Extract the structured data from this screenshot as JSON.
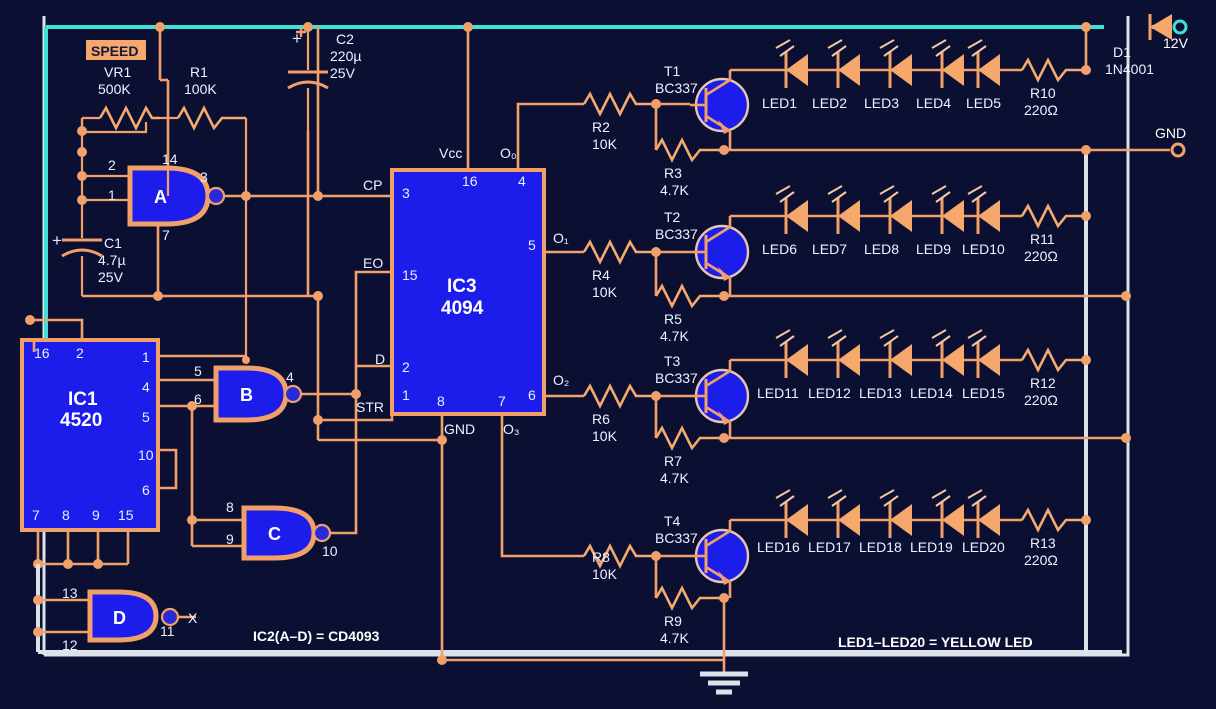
{
  "colors": {
    "background": "#0b1033",
    "wire": "#f2a06a",
    "power_rail": "#3fe0d8",
    "ground_rail": "#dde1ea",
    "ic_fill": "#1c1ceb",
    "text": "#eef2ff",
    "speed_badge_bg": "#f5a76c"
  },
  "annotations": {
    "speed_badge": "SPEED",
    "ic2_note": "IC2(A–D) = CD4093",
    "led_note": "LED1–LED20 = YELLOW LED"
  },
  "terminals": [
    {
      "name": "supply",
      "label": "12V"
    },
    {
      "name": "ground",
      "label": "GND"
    }
  ],
  "ics": [
    {
      "ref": "IC1",
      "part": "4520",
      "pins_top": [
        "16",
        "2"
      ],
      "pins_right": [
        "1",
        "4",
        "5",
        "10",
        "6"
      ],
      "pins_bottom": [
        "7",
        "8",
        "9",
        "15"
      ]
    },
    {
      "ref": "IC3",
      "part": "4094",
      "pin_labels": {
        "vcc": "Vcc",
        "gnd": "GND",
        "cp": "CP",
        "eo": "EO",
        "d": "D",
        "str": "STR",
        "o0": "O₀",
        "o1": "O₁",
        "o2": "O₂",
        "o3": "O₃"
      },
      "pin_numbers": {
        "vcc": "16",
        "o0": "4",
        "cp": "3",
        "eo": "15",
        "d": "2",
        "str": "1",
        "gnd": "8",
        "o3": "7",
        "o1": "5",
        "o2": "6"
      }
    }
  ],
  "gates": [
    {
      "name": "A",
      "in1": "2",
      "in2": "1",
      "out": "3",
      "vdd": "14",
      "vss": "7"
    },
    {
      "name": "B",
      "in1": "5",
      "in2": "6",
      "out": "4"
    },
    {
      "name": "C",
      "in1": "8",
      "in2": "9",
      "out": "10"
    },
    {
      "name": "D",
      "in1": "13",
      "in2": "12",
      "out": "11",
      "out_net": "X"
    }
  ],
  "passives": [
    {
      "ref": "VR1",
      "value": "500K",
      "type": "potentiometer"
    },
    {
      "ref": "R1",
      "value": "100K",
      "type": "resistor"
    },
    {
      "ref": "C2",
      "value": "220µ",
      "rating": "25V",
      "type": "electrolytic"
    },
    {
      "ref": "C1",
      "value": "4.7µ",
      "rating": "25V",
      "type": "electrolytic"
    },
    {
      "ref": "R2",
      "value": "10K",
      "type": "resistor"
    },
    {
      "ref": "R3",
      "value": "4.7K",
      "type": "resistor"
    },
    {
      "ref": "R4",
      "value": "10K",
      "type": "resistor"
    },
    {
      "ref": "R5",
      "value": "4.7K",
      "type": "resistor"
    },
    {
      "ref": "R6",
      "value": "10K",
      "type": "resistor"
    },
    {
      "ref": "R7",
      "value": "4.7K",
      "type": "resistor"
    },
    {
      "ref": "R8",
      "value": "10K",
      "type": "resistor"
    },
    {
      "ref": "R9",
      "value": "4.7K",
      "type": "resistor"
    },
    {
      "ref": "R10",
      "value": "220Ω",
      "type": "resistor"
    },
    {
      "ref": "R11",
      "value": "220Ω",
      "type": "resistor"
    },
    {
      "ref": "R12",
      "value": "220Ω",
      "type": "resistor"
    },
    {
      "ref": "R13",
      "value": "220Ω",
      "type": "resistor"
    }
  ],
  "diode": {
    "ref": "D1",
    "part": "1N4001"
  },
  "transistors": [
    {
      "ref": "T1",
      "part": "BC337"
    },
    {
      "ref": "T2",
      "part": "BC337"
    },
    {
      "ref": "T3",
      "part": "BC337"
    },
    {
      "ref": "T4",
      "part": "BC337"
    }
  ],
  "led_rows": [
    {
      "driver": "T1",
      "resistor": "R10",
      "leds": [
        "LED1",
        "LED2",
        "LED3",
        "LED4",
        "LED5"
      ]
    },
    {
      "driver": "T2",
      "resistor": "R11",
      "leds": [
        "LED6",
        "LED7",
        "LED8",
        "LED9",
        "LED10"
      ]
    },
    {
      "driver": "T3",
      "resistor": "R12",
      "leds": [
        "LED11",
        "LED12",
        "LED13",
        "LED14",
        "LED15"
      ]
    },
    {
      "driver": "T4",
      "resistor": "R13",
      "leds": [
        "LED16",
        "LED17",
        "LED18",
        "LED19",
        "LED20"
      ]
    }
  ],
  "labels": {
    "vr1_ref": "VR1",
    "vr1_val": "500K",
    "r1_ref": "R1",
    "r1_val": "100K",
    "c2_ref": "C2",
    "c2_val": "220µ",
    "c2_rat": "25V",
    "c1_ref": "C1",
    "c1_val": "4.7µ",
    "c1_rat": "25V",
    "d1_ref": "D1",
    "d1_part": "1N4001",
    "t1_ref": "T1",
    "t1_part": "BC337",
    "t2_ref": "T2",
    "t2_part": "BC337",
    "t3_ref": "T3",
    "t3_part": "BC337",
    "t4_ref": "T4",
    "t4_part": "BC337",
    "r2_ref": "R2",
    "r2_val": "10K",
    "r3_ref": "R3",
    "r3_val": "4.7K",
    "r4_ref": "R4",
    "r4_val": "10K",
    "r5_ref": "R5",
    "r5_val": "4.7K",
    "r6_ref": "R6",
    "r6_val": "10K",
    "r7_ref": "R7",
    "r7_val": "4.7K",
    "r8_ref": "R8",
    "r8_val": "10K",
    "r9_ref": "R9",
    "r9_val": "4.7K",
    "r10_ref": "R10",
    "r10_val": "220Ω",
    "r11_ref": "R11",
    "r11_val": "220Ω",
    "r12_ref": "R12",
    "r12_val": "220Ω",
    "r13_ref": "R13",
    "r13_val": "220Ω",
    "ic1_ref": "IC1",
    "ic1_part": "4520",
    "ic3_ref": "IC3",
    "ic3_part": "4094",
    "vcc": "Vcc",
    "gnd": "GND",
    "cp": "CP",
    "eo": "EO",
    "d": "D",
    "str": "STR",
    "o0": "O₀",
    "o1": "O₁",
    "o2": "O₂",
    "o3": "O₃",
    "gate_a": "A",
    "gate_b": "B",
    "gate_c": "C",
    "gate_d": "D",
    "x_net": "X",
    "v12": "12V",
    "gnd_term": "GND"
  }
}
